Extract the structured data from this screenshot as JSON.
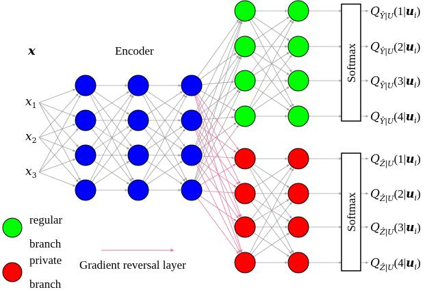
{
  "labels": {
    "input_symbol": "x",
    "encoder": "Encoder",
    "inputs": [
      "x1",
      "x2",
      "x3"
    ],
    "softmax_top": "Softmax",
    "softmax_bottom": "Softmax",
    "gradient_reversal": "Gradient reversal layer",
    "legend_regular_line1": "regular",
    "legend_regular_line2": "branch",
    "legend_private_line1": "private",
    "legend_private_line2": "branch"
  },
  "outputs_top": [
    {
      "index": "1",
      "text": "Q_{Ŷ|U}(1|u_i)"
    },
    {
      "index": "2",
      "text": "Q_{Ŷ|U}(2|u_i)"
    },
    {
      "index": "3",
      "text": "Q_{Ŷ|U}(3|u_i)"
    },
    {
      "index": "4",
      "text": "Q_{Ŷ|U}(4|u_i)"
    }
  ],
  "outputs_bottom": [
    {
      "index": "1",
      "text": "Q_{Ẑ|U}(1|u_i)"
    },
    {
      "index": "2",
      "text": "Q_{Ẑ|U}(2|u_i)"
    },
    {
      "index": "3",
      "text": "Q_{Ẑ|U}(3|u_i)"
    },
    {
      "index": "4",
      "text": "Q_{Ẑ|U}(4|u_i)"
    }
  ],
  "colors": {
    "encoder_node": "#0000ff",
    "regular_node": "#00ff00",
    "private_node": "#ff0000",
    "edge": "#a0a0a0",
    "reversal_edge": "#e07aa0",
    "stroke": "#000000"
  }
}
